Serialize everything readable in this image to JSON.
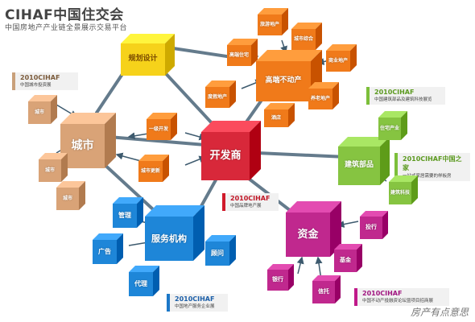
{
  "header": {
    "title": "CIHAF中国住交会",
    "subtitle": "中国房地产产业链全景展示交易平台"
  },
  "nodes": {
    "developer": "开发商",
    "city": "城市",
    "planning": "规划设计",
    "high_end": "高端不动产",
    "building_materials": "建筑部品",
    "capital": "资金",
    "services": "服务机构",
    "city_a": "城市",
    "city_b": "城市",
    "city_c": "城市",
    "he_a": "旅游地产",
    "he_b": "城市综合",
    "he_c": "商业地产",
    "he_d": "高端住宅",
    "he_e": "养老地产",
    "he_f": "度假地产",
    "he_g": "酒店",
    "mid_a": "一级开发",
    "mid_b": "城市更新",
    "bm_a": "住宅产业",
    "bm_b": "建筑科技",
    "svc_a": "管理",
    "svc_b": "广告",
    "svc_c": "代理",
    "svc_d": "顾问",
    "cap_a": "银行",
    "cap_b": "基金",
    "cap_c": "投行",
    "cap_d": "信托"
  },
  "callouts": {
    "city": {
      "year": "2010CIHAF",
      "desc": "中国城市投资展"
    },
    "building": {
      "year": "2010CIHAF",
      "desc": "中国建筑部品及建筑科技展览"
    },
    "home": {
      "year": "2010CIHAF中国之家",
      "desc": "一站式家居需要的样板房"
    },
    "developer": {
      "year": "2010CIHAF",
      "desc": "中国品牌地产展"
    },
    "services": {
      "year": "2010CIHAF",
      "desc": "中国地产服务企业展"
    },
    "capital": {
      "year": "2010CIHAF",
      "desc": "中国不动产投融资论坛暨项目招商展"
    }
  },
  "colors": {
    "developer": "#d8283a",
    "orange": "#f07a1a",
    "yellow": "#f6d21a",
    "tan": "#d9a377",
    "green": "#86c441",
    "blue": "#1e86d8",
    "pink": "#c0288e",
    "arrow": "#4a6478"
  },
  "watermark": "房产有点意思"
}
